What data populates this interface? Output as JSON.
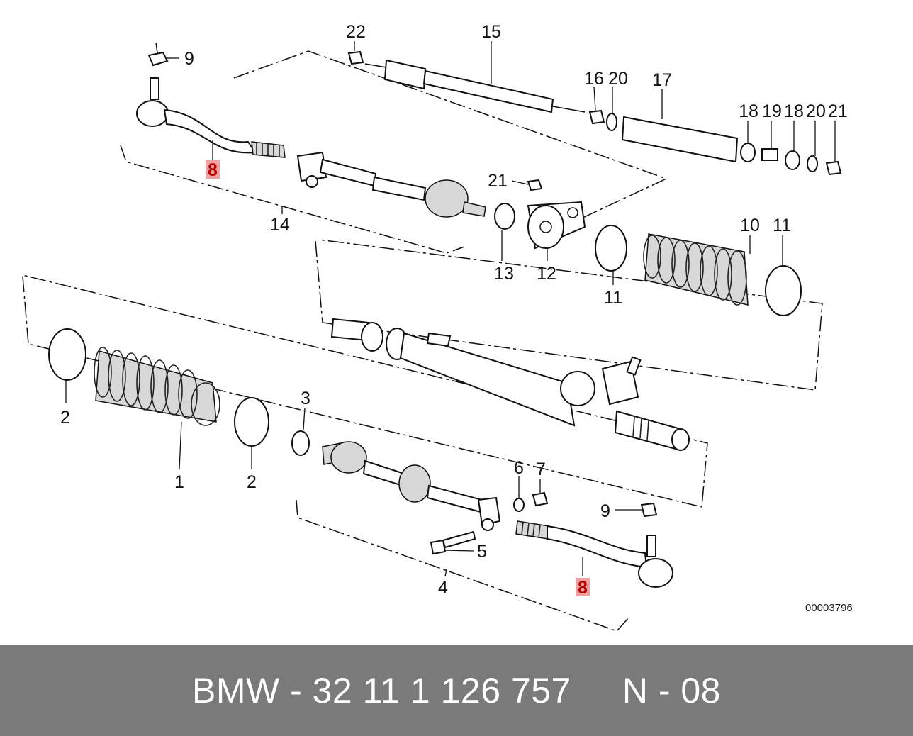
{
  "diagram": {
    "callouts": {
      "c22": "22",
      "c15": "15",
      "c9a": "9",
      "c16": "16",
      "c20a": "20",
      "c17": "17",
      "c18a": "18",
      "c19": "19",
      "c18b": "18",
      "c20b": "20",
      "c21a": "21",
      "c8a": "8",
      "c21b": "21",
      "c14": "14",
      "c13": "13",
      "c12": "12",
      "c10": "10",
      "c11a": "11",
      "c11b": "11",
      "c3": "3",
      "c2a": "2",
      "c1": "1",
      "c2b": "2",
      "c6": "6",
      "c7": "7",
      "c9b": "9",
      "c5": "5",
      "c4": "4",
      "c8b": "8"
    },
    "highlight_color": "#f0a0a0",
    "reference_number": "00003796"
  },
  "footer": {
    "text": "BMW - 32 11 1 126 757     N - 08",
    "background": "#7a7a7a",
    "text_color": "#ffffff"
  }
}
